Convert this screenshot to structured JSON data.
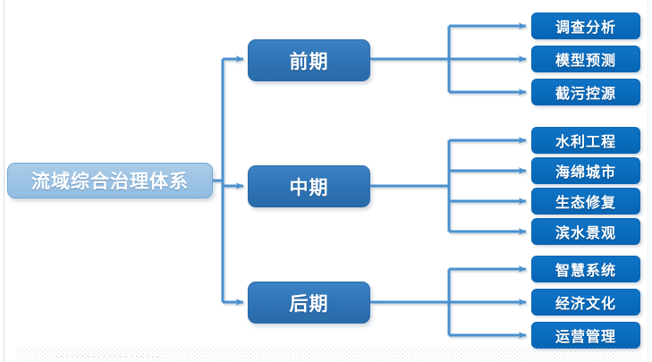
{
  "diagram": {
    "root": {
      "label": "流域综合治理体系"
    },
    "groups": [
      {
        "stage": {
          "label": "前期"
        },
        "items": [
          {
            "label": "调查分析"
          },
          {
            "label": "模型预测"
          },
          {
            "label": "截污控源"
          }
        ]
      },
      {
        "stage": {
          "label": "中期"
        },
        "items": [
          {
            "label": "水利工程"
          },
          {
            "label": "海绵城市"
          },
          {
            "label": "生态修复"
          },
          {
            "label": "滨水景观"
          }
        ]
      },
      {
        "stage": {
          "label": "后期"
        },
        "items": [
          {
            "label": "智慧系统"
          },
          {
            "label": "经济文化"
          },
          {
            "label": "运营管理"
          }
        ]
      }
    ],
    "colors": {
      "root_fill": "#9cc3e4",
      "root_border": "#6fa8d4",
      "stage_fill": "#2f74b6",
      "stage_border": "#2a6aa8",
      "leaf_fill": "#0a6cbd",
      "leaf_border": "#0a66b4",
      "connector": "#4a90cf",
      "background": "#ffffff"
    }
  }
}
